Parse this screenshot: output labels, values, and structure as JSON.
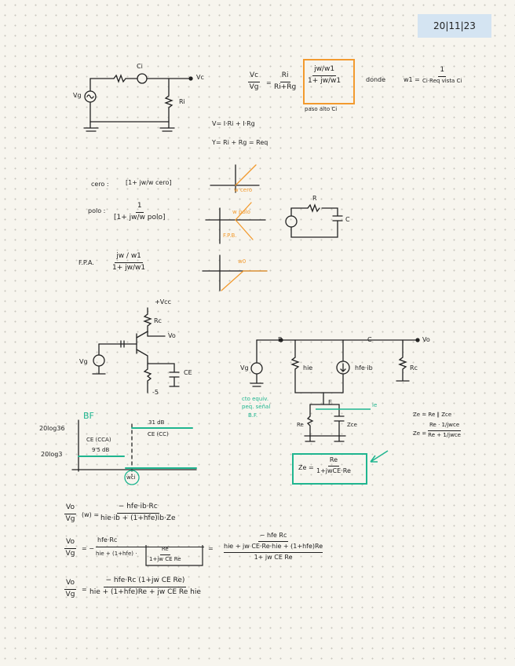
{
  "date": "20|11|23",
  "c1": {
    "ci_label": "Ci",
    "vg_label": "Vg",
    "ri_label": "Ri",
    "vc_label": "Vc",
    "eq_lhs_num": "Vc",
    "eq_lhs_den": "Vg",
    "eq_frac_num": "Ri",
    "eq_frac_den": "Ri+Rg",
    "box_num": "jw/w1",
    "box_den": "1+ jw/w1",
    "donde": "donde",
    "w1_lhs": "w1 =",
    "w1_num": "1",
    "w1_den": "Ci·Req vista Ci",
    "paso_alto": "paso alto Ci",
    "line1": "V= I·Ri + I·Rg",
    "line2": "Y= Ri + Rg = Req"
  },
  "bode": {
    "cero_label": "cero :",
    "cero_expr": "[1+ jw/w cero]",
    "cero_tag": "w cero",
    "polo_label": "polo :",
    "polo_num": "1",
    "polo_den": "[1+ jw/w polo]",
    "polo_tag": "w polo",
    "fpb_tag": "F.P.B.",
    "rc_r": "R",
    "rc_c": "C",
    "fpa_label": "F.P.A.",
    "fpa_num": "jw / w1",
    "fpa_den": "1+ jw/w1",
    "fpa_tag": "w0"
  },
  "amp": {
    "vcc": "+Vcc",
    "rc": "Rc",
    "vo": "Vo",
    "vg": "Vg",
    "ce": "CE",
    "vee": "-5"
  },
  "equiv": {
    "b": "B",
    "c": "C",
    "vo": "Vo",
    "e": "E",
    "vg": "Vg",
    "hie": "hie",
    "hfe_ib": "hfe·ib",
    "rc": "Rc",
    "re": "Re",
    "zce": "Zce",
    "ie": "ie",
    "note1": "cto equiv.",
    "note2": "peq. señal",
    "note3": "B.F.",
    "ze1": "Ze = Re ∥ Zce",
    "ze2_lhs": "Ze =",
    "ze2_num": "Re · 1/jwce",
    "ze2_den": "Re + 1/jwce",
    "zebox_lhs": "Ze =",
    "zebox_num": "Re",
    "zebox_den": "1+jwCE·Re"
  },
  "bodeplot": {
    "bf": "BF",
    "ylab1": "20log36",
    "ylab2": "20log3",
    "val1": "31 dB",
    "lab1": "CE (CC)",
    "lab2": "CE (CCA)",
    "val2": "9'5 dB",
    "wci": "wci"
  },
  "derivation": {
    "l1_lhs_num": "Vo",
    "l1_lhs_den": "Vg",
    "l1_w": "(w) =",
    "l1_num": "− hfe·ib·Rc",
    "l1_den": "hie·ib + (1+hfe)ib·Ze",
    "l2_num": "hfe·Rc",
    "l2_den_a": "hie + (1+hfe) ·",
    "l2_sub_num": "Re",
    "l2_sub_den": "1+jw CE Re",
    "l2_rhs_num": "− hfe Rc",
    "l2_rhs_den_a": "hie + jw CE·Re·hie + (1+hfe)Re",
    "l2_rhs_den_b": "1+ jw CE Re",
    "l3_num": "− hfe·Rc (1+jw CE Re)",
    "l3_den": "hie + (1+hfe)Re + jw CE Re hie"
  }
}
